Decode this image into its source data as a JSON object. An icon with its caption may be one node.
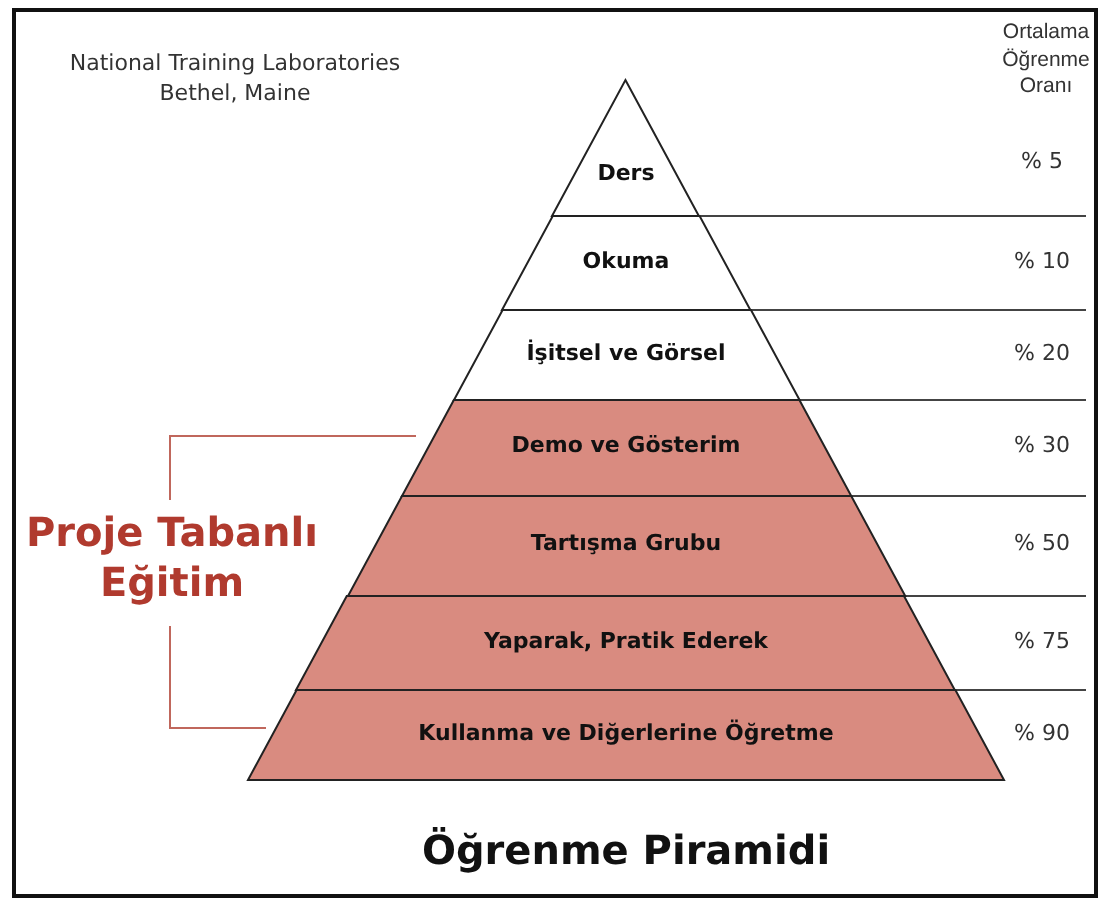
{
  "diagram": {
    "title": "Öğrenme Piramidi",
    "nodes": [
      {
        "text": [
          "Ders"
        ]
      },
      {
        "text": [
          "Okuma"
        ]
      },
      {
        "text": [
          "İşitsel ve Görsel"
        ]
      },
      {
        "text": [
          "Demo ve Gösterim"
        ]
      },
      {
        "text": [
          "Tartışma Grubu"
        ]
      },
      {
        "text": [
          "Yaparak, Pratik Ederek"
        ]
      },
      {
        "text": [
          "Kullanma ve Diğerlerine Öğretme"
        ]
      }
    ],
    "labels": [
      "National Training Laboratories Bethel, Maine",
      "Ortalama Öğrenme Oranı",
      "% 5",
      "% 10",
      "% 20",
      "% 30",
      "Proje Tabanlı Eğitim",
      "% 50",
      "% 75",
      "% 90"
    ]
  }
}
